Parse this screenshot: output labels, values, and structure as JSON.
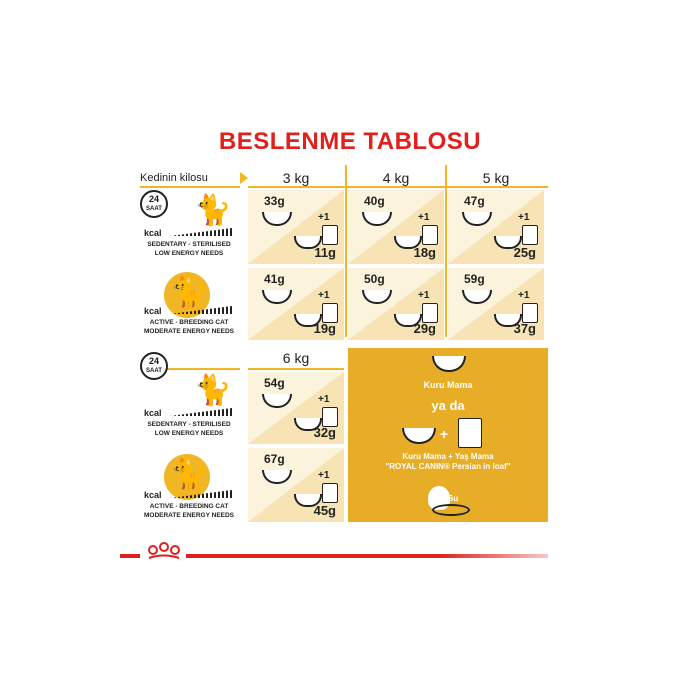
{
  "title": "BESLENME TABLOSU",
  "header": {
    "label": "Kedinin kilosu",
    "weights_top": [
      "3 kg",
      "4 kg",
      "5 kg"
    ],
    "weight_bottom": "6 kg"
  },
  "profiles": {
    "sedentary": {
      "hours": "24",
      "hours_unit": "SAAT",
      "kcal": "kcal",
      "line1": "SEDENTARY - STERILISED",
      "line2": "LOW ENERGY NEEDS"
    },
    "active": {
      "kcal": "kcal",
      "line1": "ACTIVE - BREEDING CAT",
      "line2": "MODERATE ENERGY NEEDS"
    }
  },
  "table_top": [
    [
      {
        "dry": "33g",
        "plus": "+1",
        "wet": "11g"
      },
      {
        "dry": "40g",
        "plus": "+1",
        "wet": "18g"
      },
      {
        "dry": "47g",
        "plus": "+1",
        "wet": "25g"
      }
    ],
    [
      {
        "dry": "41g",
        "plus": "+1",
        "wet": "19g"
      },
      {
        "dry": "50g",
        "plus": "+1",
        "wet": "29g"
      },
      {
        "dry": "59g",
        "plus": "+1",
        "wet": "37g"
      }
    ]
  ],
  "table_bottom": [
    {
      "dry": "54g",
      "plus": "+1",
      "wet": "32g"
    },
    {
      "dry": "67g",
      "plus": "+1",
      "wet": "45g"
    }
  ],
  "legend": {
    "dry_label": "Kuru Mama",
    "or_label": "ya da",
    "plus_sign": "+",
    "combo_line1": "Kuru Mama + Yaş Mama",
    "combo_line2": "\"ROYAL CANIN® Persian in loaf\"",
    "water_label": "Su"
  },
  "colors": {
    "title_red": "#e0201c",
    "accent_yellow": "#f0b623",
    "panel_yellow": "#e8ad26",
    "cell_light": "#fbf3dc",
    "cell_tri": "#f7e3b3"
  }
}
